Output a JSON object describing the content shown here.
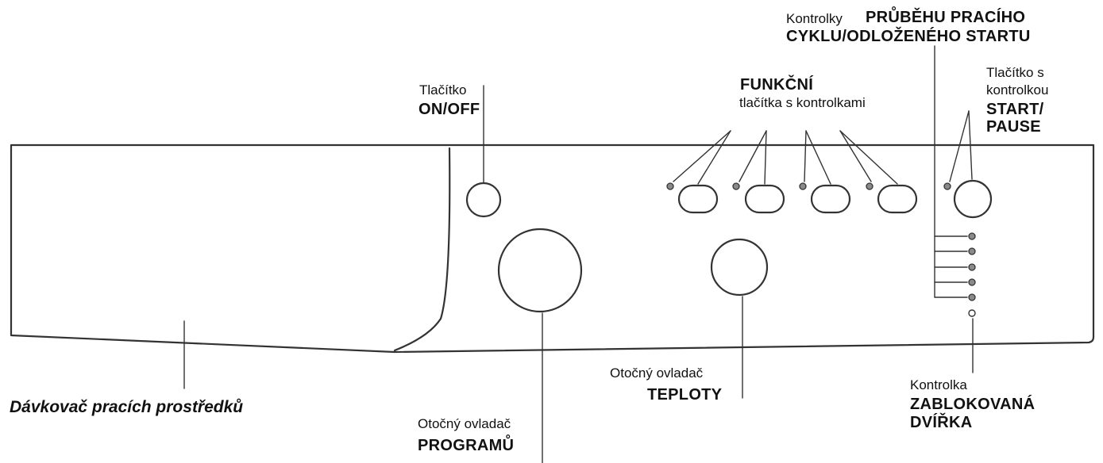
{
  "labels": {
    "on_off": {
      "line1": "Tlačítko",
      "line2": "ON/OFF"
    },
    "function_buttons": {
      "line1": "FUNKČNÍ",
      "line2": "tlačítka s kontrolkami"
    },
    "progress_lights": {
      "prefix": "Kontrolky",
      "line1": "PRŮBĚHU PRACÍHO",
      "line2": "CYKLU/ODLOŽENÉHO STARTU"
    },
    "start_pause": {
      "line1": "Tlačítko s",
      "line2": "kontrolkou",
      "line3": "START/",
      "line4": "PAUSE"
    },
    "dispenser": {
      "text": "Dávkovač pracích prostředků"
    },
    "program_knob": {
      "line1": "Otočný ovladač",
      "line2": "PROGRAMŮ"
    },
    "temperature_knob": {
      "line1": "Otočný ovladač",
      "line2": "TEPLOTY"
    },
    "door_lock": {
      "line1": "Kontrolka",
      "line2": "ZABLOKOVANÁ",
      "line3": "DVÍŘKA"
    }
  },
  "colors": {
    "stroke": "#333333",
    "led_fill": "#8a8a8a",
    "text": "#111111"
  }
}
